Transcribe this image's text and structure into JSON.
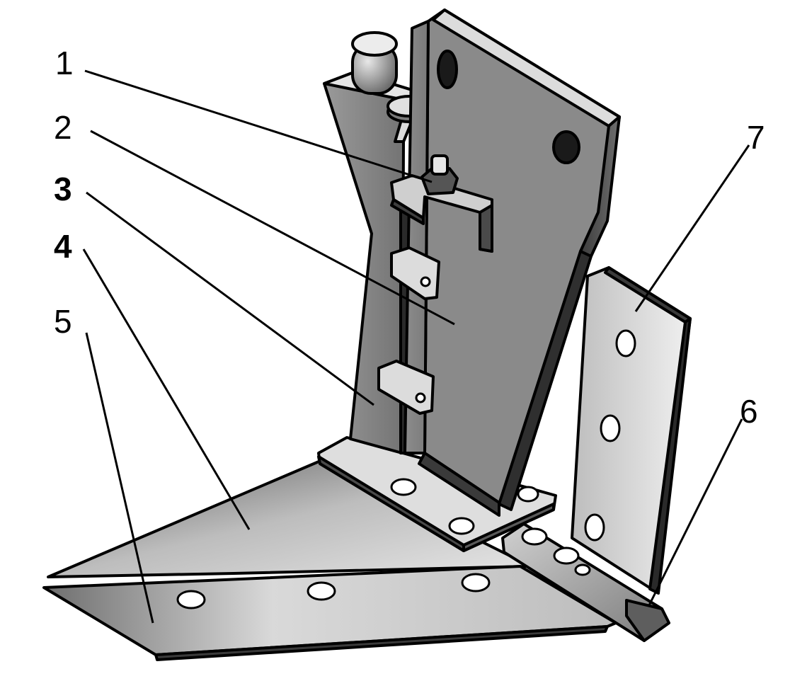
{
  "figure": {
    "labels": [
      {
        "id": "1",
        "text": "1"
      },
      {
        "id": "2",
        "text": "2"
      },
      {
        "id": "3",
        "text": "3"
      },
      {
        "id": "4",
        "text": "4"
      },
      {
        "id": "5",
        "text": "5"
      },
      {
        "id": "6",
        "text": "6"
      },
      {
        "id": "7",
        "text": "7"
      }
    ]
  },
  "colors": {
    "ink": "#000000",
    "paper": "#ffffff",
    "metal_light": "#d8d8d8",
    "metal_mid": "#a6a6a6",
    "metal_dark": "#6e6e6e"
  }
}
